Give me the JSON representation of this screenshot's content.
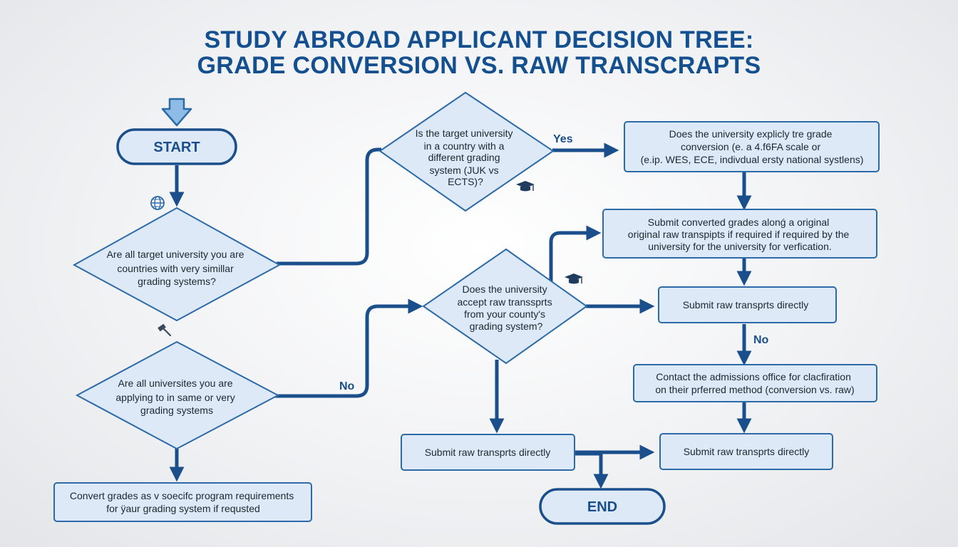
{
  "title": {
    "line1": "STUDY ABROAD APPLICANT DECISION TREE:",
    "line2": "GRADE CONVERSION VS. RAW TRANSCRAPTS"
  },
  "start": {
    "label": "START"
  },
  "end": {
    "label": "END"
  },
  "q1": {
    "lines": [
      "Are all target university you are",
      "countries with very simillar",
      "grading systems?"
    ]
  },
  "q2": {
    "lines": [
      "Are all universites you are",
      "applying to in  same or very",
      "grading systems"
    ]
  },
  "q3": {
    "lines": [
      "Is the target university",
      "in a country with a",
      "different grading",
      "system (JUK vs",
      "ECTS)?"
    ]
  },
  "q4": {
    "lines": [
      "Does the university",
      "accept raw transsprts",
      "from your county's",
      "grading system?"
    ]
  },
  "box_explicit": {
    "lines": [
      "Does the university explicly tre grade",
      "conversion (e. a 4.f6FA scale or",
      "(e.ip. WES, ECE, indivdual ersty national systlens)"
    ]
  },
  "box_submit_converted": {
    "lines": [
      "Submit converted grades alonǵ a original",
      "original raw transpipts if required if required by the",
      "university for the university for verfication."
    ]
  },
  "box_raw_right_upper": {
    "lines": [
      "Submit raw transprts directly"
    ]
  },
  "box_contact": {
    "lines": [
      "Contact the admissions office for clacfiration",
      "on their prferred method (conversion vs. raw)"
    ]
  },
  "box_raw_right_lower": {
    "lines": [
      "Submit raw transprts directly"
    ]
  },
  "box_raw_center": {
    "lines": [
      "Submit raw transprts directly"
    ]
  },
  "box_convert": {
    "lines": [
      "Convert grades as v soecifc program requirements",
      "for ÿaur grading system if requsted"
    ]
  },
  "branch_labels": {
    "yes": "Yes",
    "no_left": "No",
    "no_right": "No"
  },
  "icons": [
    "down-arrow-icon",
    "globe-icon",
    "graduation-cap-icon",
    "graduation-cap-icon",
    "gavel-icon"
  ],
  "colors": {
    "title": "#14508f",
    "connector": "#1a4f8c",
    "node_fill": "#dde9f6",
    "node_stroke": "#2c6aa8",
    "arrow_icon_fill": "#8fbce6"
  }
}
